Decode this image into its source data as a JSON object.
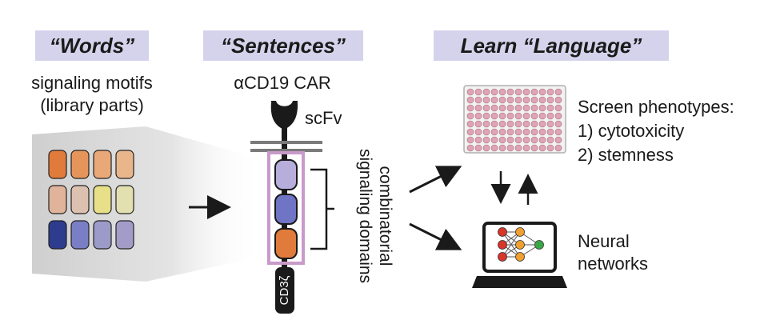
{
  "headers": {
    "words": "“Words”",
    "sentences": "“Sentences”",
    "language": "Learn “Language”"
  },
  "words_panel": {
    "line1": "signaling motifs",
    "line2": "(library parts)",
    "motif_colors": [
      [
        "#e07b3c",
        "#e6955a",
        "#e8a878",
        "#e9b68c"
      ],
      [
        "#e0b49a",
        "#dcc0b0",
        "#e8e088",
        "#e2dfb0"
      ],
      [
        "#2e3c8e",
        "#7a7ec4",
        "#9c9ac8",
        "#a49cc8"
      ]
    ]
  },
  "car": {
    "title": "αCD19 CAR",
    "scfv_label": "scFv",
    "cd3z_label": "CD3ζ",
    "domains_label_line1": "combinatorial",
    "domains_label_line2": "signaling domains",
    "domain_colors": [
      "#b8aedc",
      "#6f74c4",
      "#e07b3c"
    ],
    "box_color": "#c79ac9"
  },
  "screen": {
    "line1": "Screen phenotypes:",
    "line2": "1) cytotoxicity",
    "line3": "2) stemness",
    "well_color": "#e2a2b6",
    "plate_color": "#f2f2f2"
  },
  "neural": {
    "line1": "Neural",
    "line2": "networks",
    "node_colors": [
      "#d8352b",
      "#f0a030",
      "#3aa845"
    ]
  }
}
